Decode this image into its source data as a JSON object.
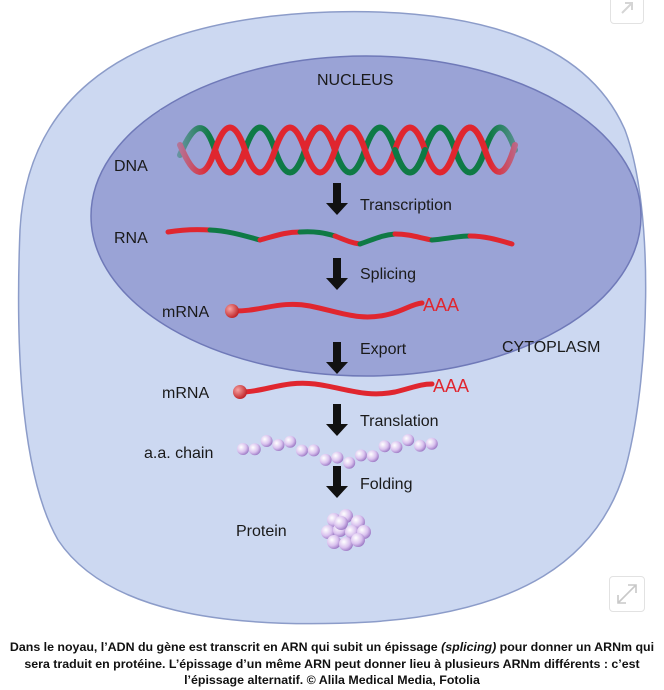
{
  "diagram": {
    "nucleus_label": "NUCLEUS",
    "cytoplasm_label": "CYTOPLASM",
    "dna_label": "DNA",
    "rna_label": "RNA",
    "mrna_label_nucleus": "mRNA",
    "mrna_label_cytoplasm": "mRNA",
    "aa_chain_label": "a.a. chain",
    "protein_label": "Protein",
    "poly_a_nucleus": "AAA",
    "poly_a_cytoplasm": "AAA",
    "steps": {
      "transcription": "Transcription",
      "splicing": "Splicing",
      "export": "Export",
      "translation": "Translation",
      "folding": "Folding"
    },
    "colors": {
      "cytoplasm": "#ccd8f1",
      "nucleus": "#9aa3d6",
      "exon_red": "#e0262f",
      "intron_green": "#0f7a45",
      "amino_acid": "#cdb2e8"
    }
  },
  "caption": {
    "part1": "Dans le noyau, l’ADN du gène est transcrit en ARN qui subit un épissage ",
    "italic": "(splicing)",
    "part2": " pour donner un ARNm qui sera traduit en protéine. L’épissage d’un même ARN peut donner lieu à plusieurs ARNm différents : c’est l’épissage alternatif. © Alila Medical Media, Fotolia"
  },
  "icons": {
    "top": "share-arrow-icon",
    "bottom": "expand-icon"
  }
}
